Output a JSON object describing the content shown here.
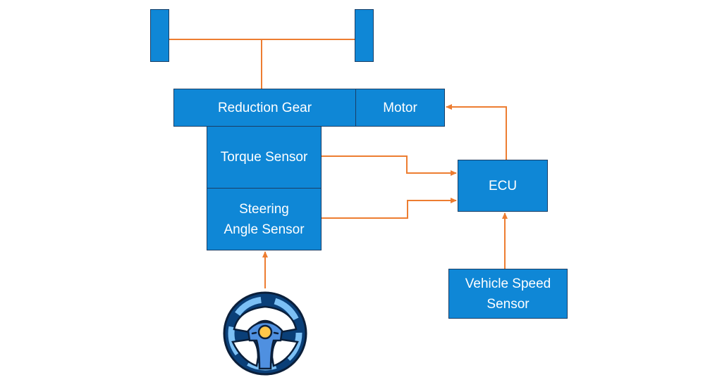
{
  "diagram": {
    "title": "Electric Power Steering System",
    "colors": {
      "box_fill": "#0f87d6",
      "box_border": "#1a3e66",
      "text": "#ffffff",
      "connector": "#ed7d31"
    },
    "nodes": {
      "left_wheel": {
        "label": ""
      },
      "right_wheel": {
        "label": ""
      },
      "reduction_gear": {
        "label": "Reduction Gear"
      },
      "motor": {
        "label": "Motor"
      },
      "torque_sensor": {
        "label": "Torque Sensor"
      },
      "steering_angle_sensor": {
        "label_line1": "Steering",
        "label_line2": "Angle Sensor"
      },
      "ecu": {
        "label": "ECU"
      },
      "vehicle_speed_sensor": {
        "label_line1": "Vehicle Speed",
        "label_line2": "Sensor"
      },
      "steering_wheel": {
        "icon": "steering-wheel-icon"
      }
    },
    "edges": [
      {
        "from": "left_wheel",
        "to": "right_wheel",
        "type": "axle"
      },
      {
        "from": "reduction_gear",
        "to": "axle",
        "type": "shaft"
      },
      {
        "from": "torque_sensor",
        "to": "ecu",
        "arrow": true
      },
      {
        "from": "steering_angle_sensor",
        "to": "ecu",
        "arrow": true
      },
      {
        "from": "ecu",
        "to": "motor",
        "arrow": true
      },
      {
        "from": "vehicle_speed_sensor",
        "to": "ecu",
        "arrow": true
      },
      {
        "from": "steering_wheel",
        "to": "steering_angle_sensor",
        "arrow": true
      }
    ]
  }
}
